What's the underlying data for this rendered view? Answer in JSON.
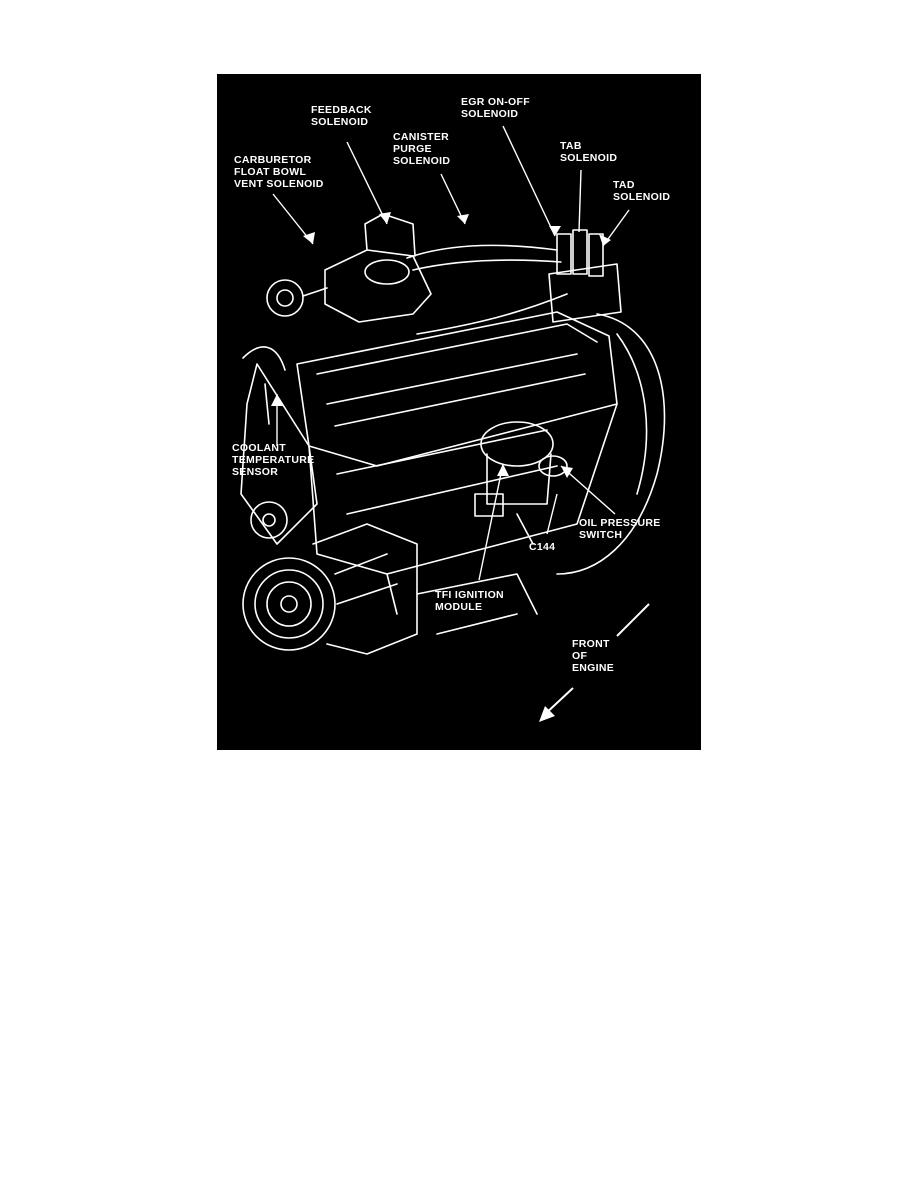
{
  "colors": {
    "background": "#000000",
    "ink": "#ffffff",
    "page": "#ffffff"
  },
  "labels": {
    "feedback_solenoid": [
      "FEEDBACK",
      "SOLENOID"
    ],
    "egr_solenoid": [
      "EGR ON-OFF",
      "SOLENOID"
    ],
    "canister_purge": [
      "CANISTER",
      "PURGE",
      "SOLENOID"
    ],
    "tab_solenoid": [
      "TAB",
      "SOLENOID"
    ],
    "carburetor_vent": [
      "CARBURETOR",
      "FLOAT BOWL",
      "VENT SOLENOID"
    ],
    "tad_solenoid": [
      "TAD",
      "SOLENOID"
    ],
    "coolant_sensor": [
      "COOLANT",
      "TEMPERATURE",
      "SENSOR"
    ],
    "oil_pressure": [
      "OIL PRESSURE",
      "SWITCH"
    ],
    "c144": [
      "C144"
    ],
    "tfi_module": [
      "TFI IGNITION",
      "MODULE"
    ],
    "front_of_engine": [
      "FRONT",
      "OF",
      "ENGINE"
    ]
  }
}
